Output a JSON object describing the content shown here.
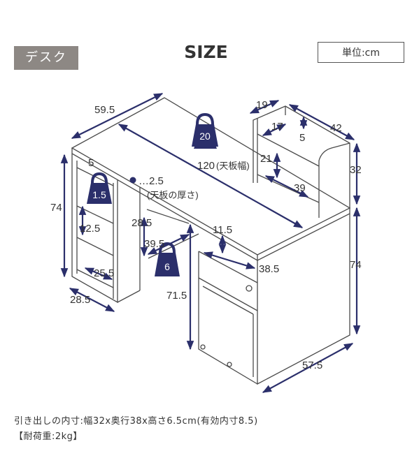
{
  "header": {
    "tag": "デスク",
    "title": "SIZE",
    "unit": "単位:cm"
  },
  "dimensions": {
    "desk_depth_top": "59.5",
    "shelf_height": "74",
    "shelf_gap": "5",
    "shelf_inner_a": "12.5",
    "shelf_inner_b": "25.5",
    "shelf_depth": "28.5",
    "top_width": "120",
    "top_width_note": "(天板幅)",
    "top_thickness": "…2.5",
    "top_thickness_note": "(天板の厚さ)",
    "leg_clearance": "28.5",
    "under_depth": "39.5",
    "under_height": "71.5",
    "drawer_gap": "11.5",
    "drawer_depth": "38.5",
    "hutch_depth": "19",
    "hutch_inner_depth": "17",
    "hutch_gap": "5",
    "hutch_width": "42",
    "hutch_inner_height": "21",
    "hutch_inner_width": "39",
    "hutch_height": "32",
    "right_height": "74",
    "base_width": "57.5"
  },
  "loads": {
    "top": "20",
    "shelf": "1.5",
    "under": "6"
  },
  "colors": {
    "dimension": "#2b2f6b",
    "outline": "#4a4a4a",
    "weight": "#2b2f6b"
  },
  "notes": {
    "drawer": "引き出しの内寸:幅32x奥行38x高さ6.5cm(有効内寸8.5)",
    "load": "【耐荷重:2kg】"
  }
}
